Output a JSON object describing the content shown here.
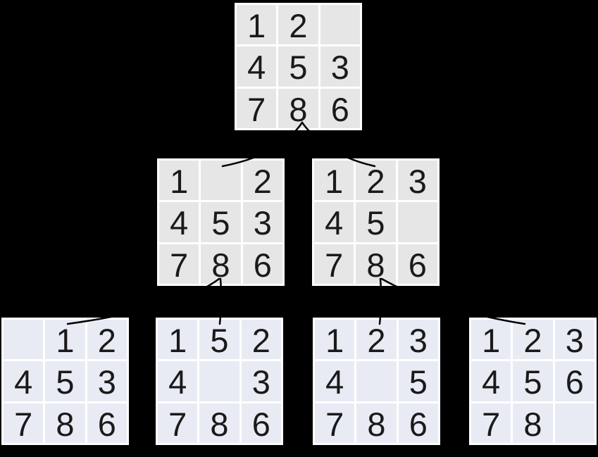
{
  "diagram": {
    "name": "eight-puzzle-search-tree",
    "background": "#000000"
  },
  "colors": {
    "background": "#000000",
    "cell_upper": "#e6e6e6",
    "cell_lower": "#e9ebf4",
    "grid_frame": "#ffffff",
    "digit": "#1a1a1a",
    "connector": "#000000"
  },
  "nodes": {
    "root": {
      "cells": [
        [
          "1",
          "2",
          ""
        ],
        [
          "4",
          "5",
          "3"
        ],
        [
          "7",
          "8",
          "6"
        ]
      ]
    },
    "child_left": {
      "cells": [
        [
          "1",
          "",
          "2"
        ],
        [
          "4",
          "5",
          "3"
        ],
        [
          "7",
          "8",
          "6"
        ]
      ]
    },
    "child_right": {
      "cells": [
        [
          "1",
          "2",
          "3"
        ],
        [
          "4",
          "5",
          ""
        ],
        [
          "7",
          "8",
          "6"
        ]
      ]
    },
    "leaf_1": {
      "cells": [
        [
          "",
          "1",
          "2"
        ],
        [
          "4",
          "5",
          "3"
        ],
        [
          "7",
          "8",
          "6"
        ]
      ]
    },
    "leaf_2": {
      "cells": [
        [
          "1",
          "5",
          "2"
        ],
        [
          "4",
          "",
          "3"
        ],
        [
          "7",
          "8",
          "6"
        ]
      ]
    },
    "leaf_3": {
      "cells": [
        [
          "1",
          "2",
          "3"
        ],
        [
          "4",
          "",
          "5"
        ],
        [
          "7",
          "8",
          "6"
        ]
      ]
    },
    "leaf_4": {
      "cells": [
        [
          "1",
          "2",
          "3"
        ],
        [
          "4",
          "5",
          "6"
        ],
        [
          "7",
          "8",
          ""
        ]
      ]
    }
  }
}
